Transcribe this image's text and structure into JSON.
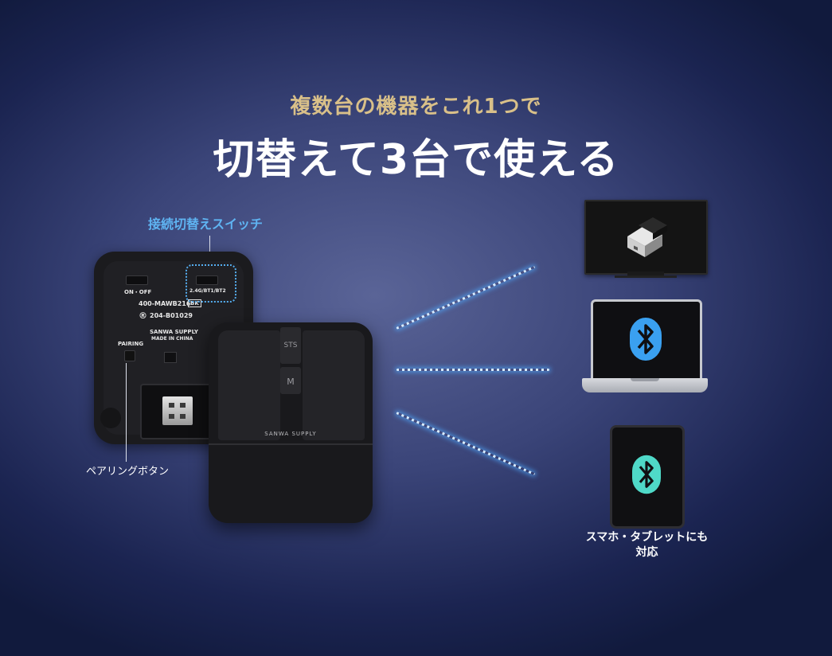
{
  "header": {
    "subtitle": "複数台の機器をこれ1つで",
    "title": "切替えて3台で使える"
  },
  "callouts": {
    "switch_label": "接続切替えスイッチ",
    "pairing_label": "ペアリングボタン",
    "smartphone_caption_line1": "スマホ・タブレットにも",
    "smartphone_caption_line2": "対応"
  },
  "back_device": {
    "on_off": "ON・OFF",
    "switch_modes": "2.4G/BT1/BT2",
    "model": "400-MAWB216",
    "color_code": "BK",
    "cert": "204-B01029",
    "brand": "SANWA SUPPLY",
    "origin": "MADE IN CHINA",
    "pairing": "PAIRING"
  },
  "front_device": {
    "sts_label": "STS",
    "m_label": "M",
    "brand": "SANWA SUPPLY"
  },
  "icons": {
    "tv": "tv-with-usb-dongle-icon",
    "laptop": "laptop-bluetooth-icon",
    "tablet": "tablet-bluetooth-icon"
  },
  "colors": {
    "subtitle": "#d9c089",
    "callout_blue": "#5fb4f2",
    "bluetooth_blue": "#3aa0f0",
    "bluetooth_teal": "#4fd9c8"
  }
}
